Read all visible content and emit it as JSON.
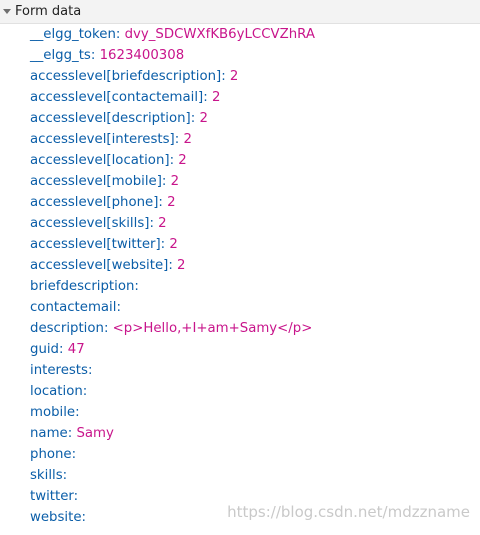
{
  "section": {
    "title": "Form data",
    "toggle_icon": "triangle-down-icon"
  },
  "fields": [
    {
      "key": "__elgg_token",
      "value": "dvy_SDCWXfKB6yLCCVZhRA"
    },
    {
      "key": "__elgg_ts",
      "value": "1623400308"
    },
    {
      "key": "accesslevel[briefdescription]",
      "value": "2"
    },
    {
      "key": "accesslevel[contactemail]",
      "value": "2"
    },
    {
      "key": "accesslevel[description]",
      "value": "2"
    },
    {
      "key": "accesslevel[interests]",
      "value": "2"
    },
    {
      "key": "accesslevel[location]",
      "value": "2"
    },
    {
      "key": "accesslevel[mobile]",
      "value": "2"
    },
    {
      "key": "accesslevel[phone]",
      "value": "2"
    },
    {
      "key": "accesslevel[skills]",
      "value": "2"
    },
    {
      "key": "accesslevel[twitter]",
      "value": "2"
    },
    {
      "key": "accesslevel[website]",
      "value": "2"
    },
    {
      "key": "briefdescription",
      "value": ""
    },
    {
      "key": "contactemail",
      "value": ""
    },
    {
      "key": "description",
      "value": "<p>Hello,+I+am+Samy</p>"
    },
    {
      "key": "guid",
      "value": "47"
    },
    {
      "key": "interests",
      "value": ""
    },
    {
      "key": "location",
      "value": ""
    },
    {
      "key": "mobile",
      "value": ""
    },
    {
      "key": "name",
      "value": "Samy"
    },
    {
      "key": "phone",
      "value": ""
    },
    {
      "key": "skills",
      "value": ""
    },
    {
      "key": "twitter",
      "value": ""
    },
    {
      "key": "website",
      "value": ""
    }
  ],
  "watermark": "https://blog.csdn.net/mdzzname",
  "colors": {
    "key": "#0b5ea8",
    "value": "#c8158b"
  }
}
